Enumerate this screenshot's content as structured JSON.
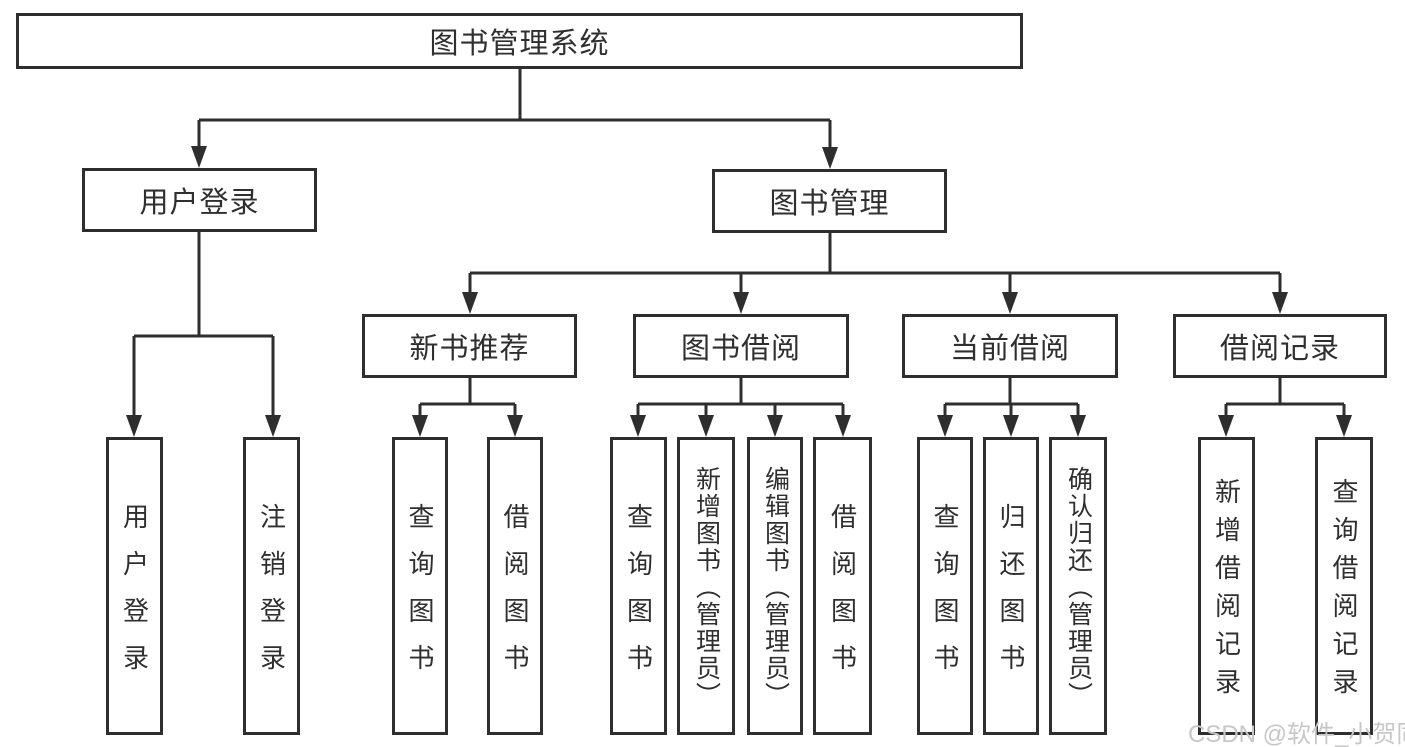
{
  "diagram": {
    "title": "图书管理系统",
    "watermark": "CSDN @软件_小贺同学",
    "colors": {
      "line": "#2e2e2e",
      "text": "#2f2f2f",
      "box_background": "#ffffff",
      "page_background": "#ffffff",
      "watermark": "#c7c7c7"
    },
    "nodes": {
      "root": "图书管理系统",
      "user_login": "用户登录",
      "book_mgmt": "图书管理",
      "new_book_rec": "新书推荐",
      "book_borrow": "图书借阅",
      "current_borrow": "当前借阅",
      "borrow_records": "借阅记录",
      "leaf_user_login": "用户登录",
      "leaf_logout": "注销登录",
      "leaf_nbr_query": "查询图书",
      "leaf_nbr_borrow": "借阅图书",
      "leaf_bb_query": "查询图书",
      "leaf_bb_add": "新增图书（管理员）",
      "leaf_bb_edit": "编辑图书（管理员）",
      "leaf_bb_borrow": "借阅图书",
      "leaf_cb_query": "查询图书",
      "leaf_cb_return": "归还图书",
      "leaf_cb_confirm": "确认归还（管理员）",
      "leaf_br_add": "新增借阅记录",
      "leaf_br_query": "查询借阅记录"
    },
    "hierarchy": {
      "图书管理系统": {
        "用户登录": [
          "用户登录",
          "注销登录"
        ],
        "图书管理": {
          "新书推荐": [
            "查询图书",
            "借阅图书"
          ],
          "图书借阅": [
            "查询图书",
            "新增图书（管理员）",
            "编辑图书（管理员）",
            "借阅图书"
          ],
          "当前借阅": [
            "查询图书",
            "归还图书",
            "确认归还（管理员）"
          ],
          "借阅记录": [
            "新增借阅记录",
            "查询借阅记录"
          ]
        }
      }
    }
  }
}
